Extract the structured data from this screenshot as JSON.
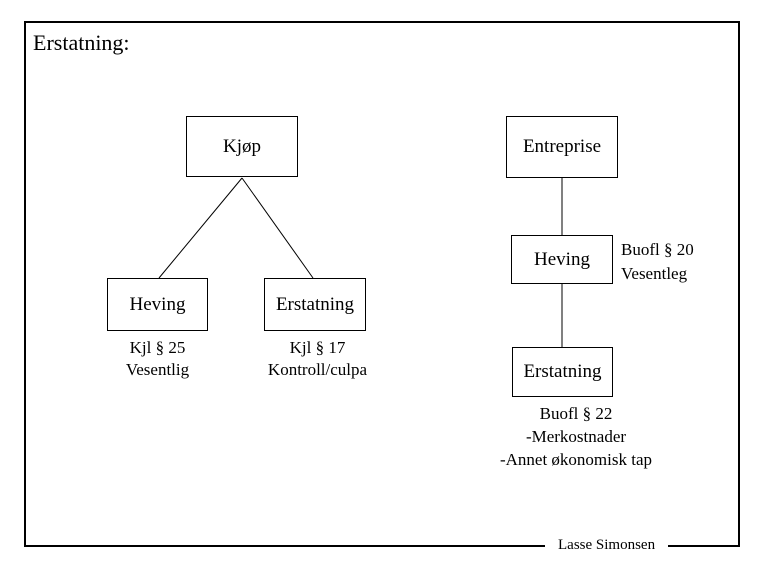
{
  "title": "Erstatning:",
  "kjop_tree": {
    "root_label": "Kjøp",
    "heving_label": "Heving",
    "heving_note": [
      "Kjl § 25",
      "Vesentlig"
    ],
    "erstatning_label": "Erstatning",
    "erstatning_note": [
      "Kjl § 17",
      "Kontroll/culpa"
    ]
  },
  "entreprise_tree": {
    "root_label": "Entreprise",
    "heving_label": "Heving",
    "heving_note": [
      "Buofl § 20",
      "Vesentleg"
    ],
    "erstatning_label": "Erstatning",
    "erstatning_note": [
      "Buofl § 22",
      "-Merkostnader",
      "-Annet økonomisk tap"
    ]
  },
  "footer": {
    "author": "Lasse Simonsen"
  },
  "colors": {
    "line": "#000000",
    "background": "#ffffff"
  }
}
